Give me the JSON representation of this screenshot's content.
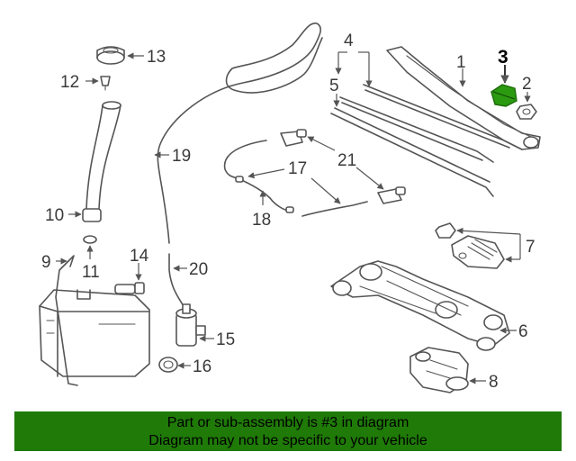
{
  "callouts": {
    "c1": "1",
    "c2": "2",
    "c3": "3",
    "c4": "4",
    "c5": "5",
    "c6": "6",
    "c7": "7",
    "c8": "8",
    "c9": "9",
    "c10": "10",
    "c11": "11",
    "c12": "12",
    "c13": "13",
    "c14": "14",
    "c15": "15",
    "c16": "16",
    "c17": "17",
    "c18": "18",
    "c19": "19",
    "c20": "20",
    "c21": "21"
  },
  "highlighted_part": "3",
  "banner": {
    "line1": "Part or sub-assembly is #3 in diagram",
    "line2": "Diagram may not be specific to your vehicle",
    "color": "#1f7a08"
  },
  "highlight_color": "#2b9a10"
}
